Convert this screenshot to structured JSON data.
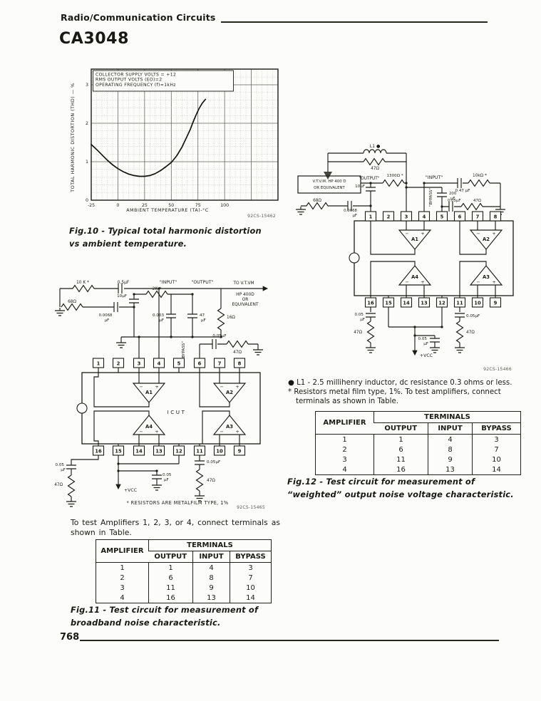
{
  "page": {
    "category": "Radio/Communication Circuits",
    "part_number": "CA3048",
    "page_number": "768"
  },
  "chart_data": {
    "type": "line",
    "inset_conditions": [
      "COLLECTOR SUPPLY VOLTS = +12",
      "RMS OUTPUT VOLTS (EO)=2",
      "OPERATING FREQUENCY (f)=1kHz"
    ],
    "xlabel": "AMBIENT  TEMPERATURE  (TA)-°C",
    "ylabel": "TOTAL  HARMONIC  DISTORTION (THD) — %",
    "x_ticks": [
      "-25",
      "0",
      "25",
      "50",
      "75",
      "100"
    ],
    "y_ticks": [
      "0",
      "1",
      "2",
      "3"
    ],
    "xlim": [
      -25,
      150
    ],
    "ylim": [
      0,
      3.4
    ],
    "grid": "on",
    "curve": [
      [
        -25,
        1.45
      ],
      [
        -20,
        1.32
      ],
      [
        -15,
        1.18
      ],
      [
        -10,
        1.04
      ],
      [
        -5,
        0.92
      ],
      [
        0,
        0.82
      ],
      [
        5,
        0.74
      ],
      [
        10,
        0.68
      ],
      [
        15,
        0.64
      ],
      [
        20,
        0.62
      ],
      [
        25,
        0.62
      ],
      [
        30,
        0.64
      ],
      [
        35,
        0.69
      ],
      [
        40,
        0.77
      ],
      [
        45,
        0.87
      ],
      [
        50,
        0.98
      ],
      [
        55,
        1.15
      ],
      [
        60,
        1.38
      ],
      [
        65,
        1.67
      ],
      [
        68,
        1.85
      ],
      [
        70,
        2.0
      ],
      [
        73,
        2.2
      ],
      [
        76,
        2.38
      ],
      [
        79,
        2.52
      ],
      [
        82,
        2.62
      ]
    ],
    "tag": "92CS-15462"
  },
  "fig10": {
    "caption": "Fig.10 - Typical total harmonic distortion vs ambient temperature."
  },
  "signs": {
    "minus": "−",
    "plus": "+"
  },
  "fig11": {
    "labels": {
      "r10k": "10 K *",
      "c05": "0.5µF",
      "input": "\"INPUT\"",
      "output": "\"OUTPUT\"",
      "vtvm1": "TO V.T.VM",
      "vtvm2": "HP 400D",
      "vtvm3": "OR",
      "vtvm4": "EQUIVALENT",
      "r68": "68Ω",
      "c0068": "0.0068",
      "c0068u": "µF",
      "c10": "10µF",
      "r2k": "2K *",
      "c003": "0.003",
      "c003u": "µF",
      "c47": "47",
      "c47u": "µF",
      "r16": "16Ω",
      "bypass": "\"BYPASS\"",
      "c005": "0.05µF",
      "r47t": "47Ω",
      "c005L": "0.05",
      "c005Lu": "µF",
      "r47L": "47Ω",
      "vcc": "+VCC",
      "c005C": "0.05",
      "c005Cu": "µF",
      "c005R": "0.05µF",
      "r47R": "47Ω"
    },
    "ic": {
      "label": "ICUT",
      "amp1": "A1",
      "amp2": "A2",
      "amp3": "A3",
      "amp4": "A4",
      "top_terminals": [
        "1",
        "2",
        "3",
        "4",
        "5",
        "6",
        "7",
        "8"
      ],
      "bottom_terminals": [
        "16",
        "15",
        "14",
        "13",
        "12",
        "11",
        "10",
        "9"
      ]
    },
    "note": "* RESISTORS ARE METALFILM TYPE, 1%",
    "tag": "92CS-15465",
    "intro": "To test Amplifiers 1, 2, 3, or 4, connect terminals as shown in Table.",
    "table": {
      "amplifier_header": "AMPLIFIER",
      "terminals_header": "TERMINALS",
      "columns": [
        "OUTPUT",
        "INPUT",
        "BYPASS"
      ],
      "rows": [
        [
          "1",
          "1",
          "4",
          "3"
        ],
        [
          "2",
          "6",
          "8",
          "7"
        ],
        [
          "3",
          "11",
          "9",
          "10"
        ],
        [
          "4",
          "16",
          "13",
          "14"
        ]
      ]
    },
    "caption": "Fig.11 - Test circuit for measurement of broadband noise characteristic."
  },
  "fig12": {
    "labels": {
      "l1": "L1 ●",
      "r47p": "47Ω",
      "vtvm1": "V.T.V.M. HP 400 D",
      "vtvm2": "OR EQUIVALENT",
      "output": "\"OUTPUT\"",
      "r1300": "1300Ω *",
      "c10": "10µF",
      "bypass": "\"BYPASS\"",
      "c200": "200",
      "c200u": "µF",
      "r68": "68Ω",
      "c0068": "0.0068",
      "c0068u": "µF",
      "input": "\"INPUT\"",
      "c047": "0.47 µF",
      "r10k": "10kΩ *",
      "c005t": "0.05µF",
      "r47t": "47Ω",
      "c005L": "0.05",
      "c005Lu": "µF",
      "r47L": "47Ω",
      "vcc": "+VCC",
      "c005C": "0.05",
      "c005Cu": "µF",
      "c005R": "0.05µF",
      "r47R": "47Ω"
    },
    "ic": {
      "amp1": "A1",
      "amp2": "A2",
      "amp3": "A3",
      "amp4": "A4",
      "top_terminals": [
        "1",
        "2",
        "3",
        "4",
        "5",
        "6",
        "7",
        "8"
      ],
      "bottom_terminals": [
        "16",
        "15",
        "14",
        "13",
        "12",
        "11",
        "10",
        "9"
      ]
    },
    "note_l1": "● L1 - 2.5 millihenry inductor, dc resistance 0.3 ohms or less.",
    "note_res": "* Resistors metal film type, 1%.  To test amplifiers, connect terminals as shown in Table.",
    "tag": "92CS-15466",
    "table": {
      "amplifier_header": "AMPLIFIER",
      "terminals_header": "TERMINALS",
      "columns": [
        "OUTPUT",
        "INPUT",
        "BYPASS"
      ],
      "rows": [
        [
          "1",
          "1",
          "4",
          "3"
        ],
        [
          "2",
          "6",
          "8",
          "7"
        ],
        [
          "3",
          "11",
          "9",
          "10"
        ],
        [
          "4",
          "16",
          "13",
          "14"
        ]
      ]
    },
    "caption": "Fig.12 - Test circuit for measurement of “weighted” output noise voltage characteristic."
  }
}
